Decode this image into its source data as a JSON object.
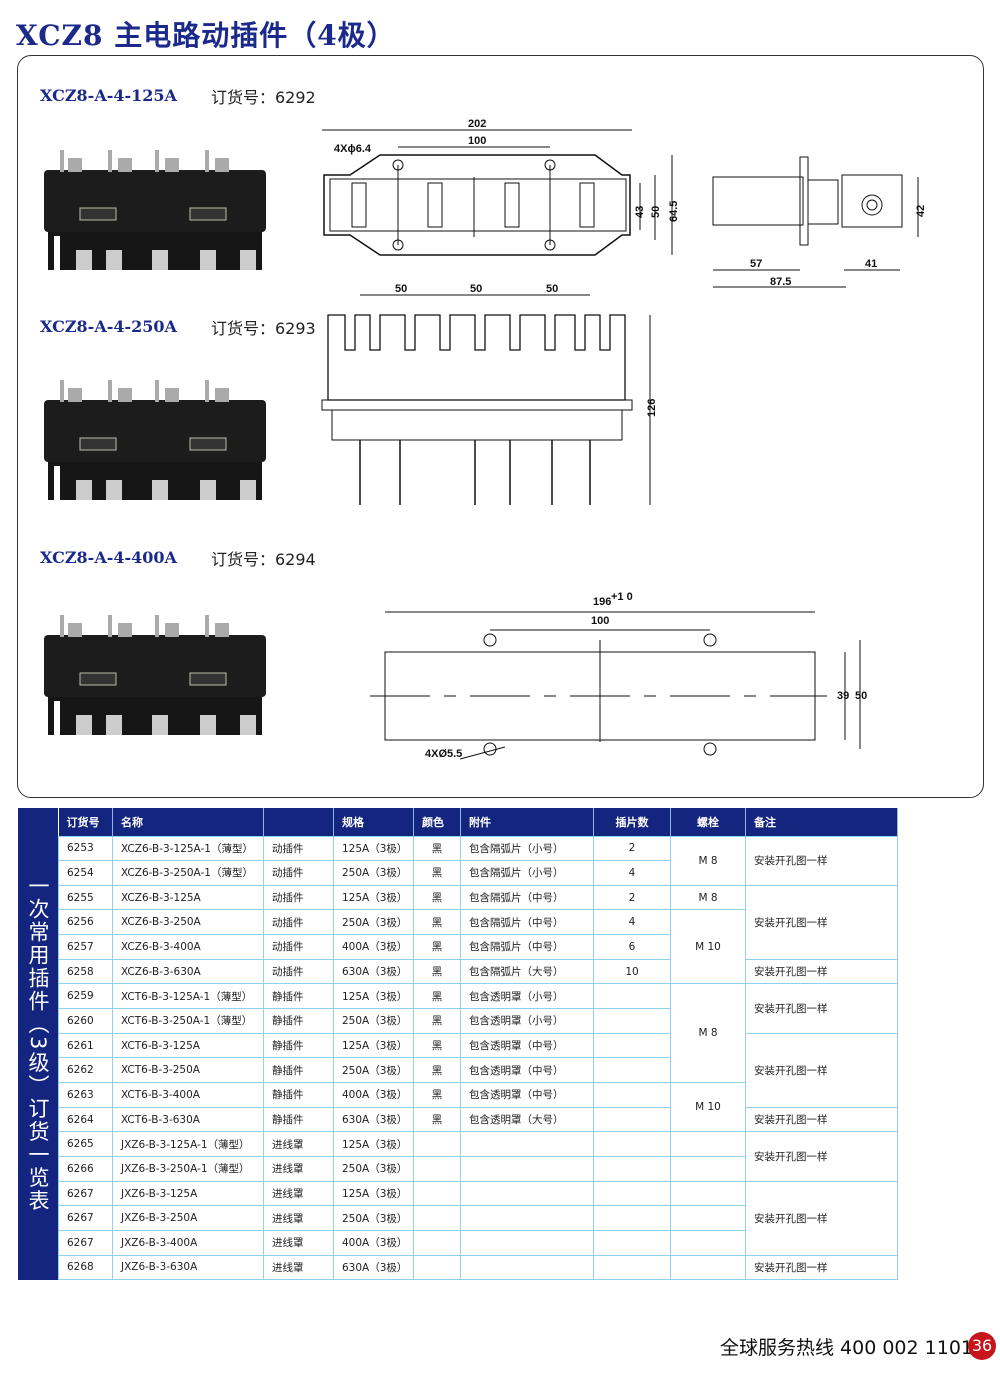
{
  "title": "XCZ8 主电路动插件（4极）",
  "products": [
    {
      "model": "XCZ8-A-4-125A",
      "order": "订货号：6292"
    },
    {
      "model": "XCZ8-A-4-250A",
      "order": "订货号：6293"
    },
    {
      "model": "XCZ8-A-4-400A",
      "order": "订货号：6294"
    }
  ],
  "drawing_top": {
    "d202": "202",
    "d100": "100",
    "holes": "4Xϕ6.4",
    "d43": "43",
    "d50": "50",
    "d645": "64.5",
    "d57": "57",
    "d875": "87.5",
    "d41": "41",
    "d42": "42"
  },
  "drawing_mid": {
    "p1": "50",
    "p2": "50",
    "p3": "50",
    "h": "126"
  },
  "drawing_bottom": {
    "w": "196",
    "tol": "+1 0",
    "d100": "100",
    "holes": "4XØ5.5",
    "d39": "39",
    "d50": "50"
  },
  "side_label": "一次常用插件（3级）订货一览表",
  "table": {
    "headers": [
      "订货号",
      "名称",
      "",
      "规格",
      "颜色",
      "附件",
      "插片数",
      "螺栓",
      "备注"
    ],
    "rows": [
      [
        "6253",
        "XCZ6-B-3-125A-1（薄型）",
        "动插件",
        "125A（3极）",
        "黑",
        "包含隔弧片（小号）",
        "2"
      ],
      [
        "6254",
        "XCZ6-B-3-250A-1（薄型）",
        "动插件",
        "250A（3极）",
        "黑",
        "包含隔弧片（小号）",
        "4"
      ],
      [
        "6255",
        "XCZ6-B-3-125A",
        "动插件",
        "125A（3极）",
        "黑",
        "包含隔弧片（中号）",
        "2"
      ],
      [
        "6256",
        "XCZ6-B-3-250A",
        "动插件",
        "250A（3极）",
        "黑",
        "包含隔弧片（中号）",
        "4"
      ],
      [
        "6257",
        "XCZ6-B-3-400A",
        "动插件",
        "400A（3极）",
        "黑",
        "包含隔弧片（中号）",
        "6"
      ],
      [
        "6258",
        "XCZ6-B-3-630A",
        "动插件",
        "630A（3极）",
        "黑",
        "包含隔弧片（大号）",
        "10"
      ],
      [
        "6259",
        "XCT6-B-3-125A-1（薄型）",
        "静插件",
        "125A（3极）",
        "黑",
        "包含透明罩（小号）",
        ""
      ],
      [
        "6260",
        "XCT6-B-3-250A-1（薄型）",
        "静插件",
        "250A（3极）",
        "黑",
        "包含透明罩（小号）",
        ""
      ],
      [
        "6261",
        "XCT6-B-3-125A",
        "静插件",
        "125A（3极）",
        "黑",
        "包含透明罩（中号）",
        ""
      ],
      [
        "6262",
        "XCT6-B-3-250A",
        "静插件",
        "250A（3极）",
        "黑",
        "包含透明罩（中号）",
        ""
      ],
      [
        "6263",
        "XCT6-B-3-400A",
        "静插件",
        "400A（3极）",
        "黑",
        "包含透明罩（中号）",
        ""
      ],
      [
        "6264",
        "XCT6-B-3-630A",
        "静插件",
        "630A（3极）",
        "黑",
        "包含透明罩（大号）",
        ""
      ],
      [
        "6265",
        "JXZ6-B-3-125A-1（薄型）",
        "进线罩",
        "125A（3极）",
        "",
        "",
        ""
      ],
      [
        "6266",
        "JXZ6-B-3-250A-1（薄型）",
        "进线罩",
        "250A（3极）",
        "",
        "",
        ""
      ],
      [
        "6267",
        "JXZ6-B-3-125A",
        "进线罩",
        "125A（3极）",
        "",
        "",
        ""
      ],
      [
        "6267",
        "JXZ6-B-3-250A",
        "进线罩",
        "250A（3极）",
        "",
        "",
        ""
      ],
      [
        "6267",
        "JXZ6-B-3-400A",
        "进线罩",
        "400A（3极）",
        "",
        "",
        ""
      ],
      [
        "6268",
        "JXZ6-B-3-630A",
        "进线罩",
        "630A（3极）",
        "",
        "",
        ""
      ]
    ],
    "bolts": [
      {
        "start": 0,
        "span": 2,
        "text": "M 8"
      },
      {
        "start": 2,
        "span": 1,
        "text": "M 8"
      },
      {
        "start": 3,
        "span": 3,
        "text": "M 10"
      },
      {
        "start": 6,
        "span": 4,
        "text": "M 8"
      },
      {
        "start": 10,
        "span": 2,
        "text": "M 10"
      },
      {
        "start": 12,
        "span": 1,
        "text": ""
      },
      {
        "start": 13,
        "span": 1,
        "text": ""
      },
      {
        "start": 14,
        "span": 1,
        "text": ""
      },
      {
        "start": 15,
        "span": 1,
        "text": ""
      },
      {
        "start": 16,
        "span": 1,
        "text": ""
      },
      {
        "start": 17,
        "span": 1,
        "text": ""
      }
    ],
    "remarks": [
      {
        "start": 0,
        "span": 2,
        "text": "安装开孔图一样"
      },
      {
        "start": 2,
        "span": 3,
        "text": "安装开孔图一样"
      },
      {
        "start": 5,
        "span": 1,
        "text": "安装开孔图一样"
      },
      {
        "start": 6,
        "span": 2,
        "text": "安装开孔图一样"
      },
      {
        "start": 8,
        "span": 3,
        "text": "安装开孔图一样"
      },
      {
        "start": 11,
        "span": 1,
        "text": "安装开孔图一样"
      },
      {
        "start": 12,
        "span": 2,
        "text": "安装开孔图一样"
      },
      {
        "start": 14,
        "span": 3,
        "text": "安装开孔图一样"
      },
      {
        "start": 17,
        "span": 1,
        "text": "安装开孔图一样"
      }
    ]
  },
  "footer": {
    "hotline": "全球服务热线  400 002 1101",
    "page": "36"
  }
}
